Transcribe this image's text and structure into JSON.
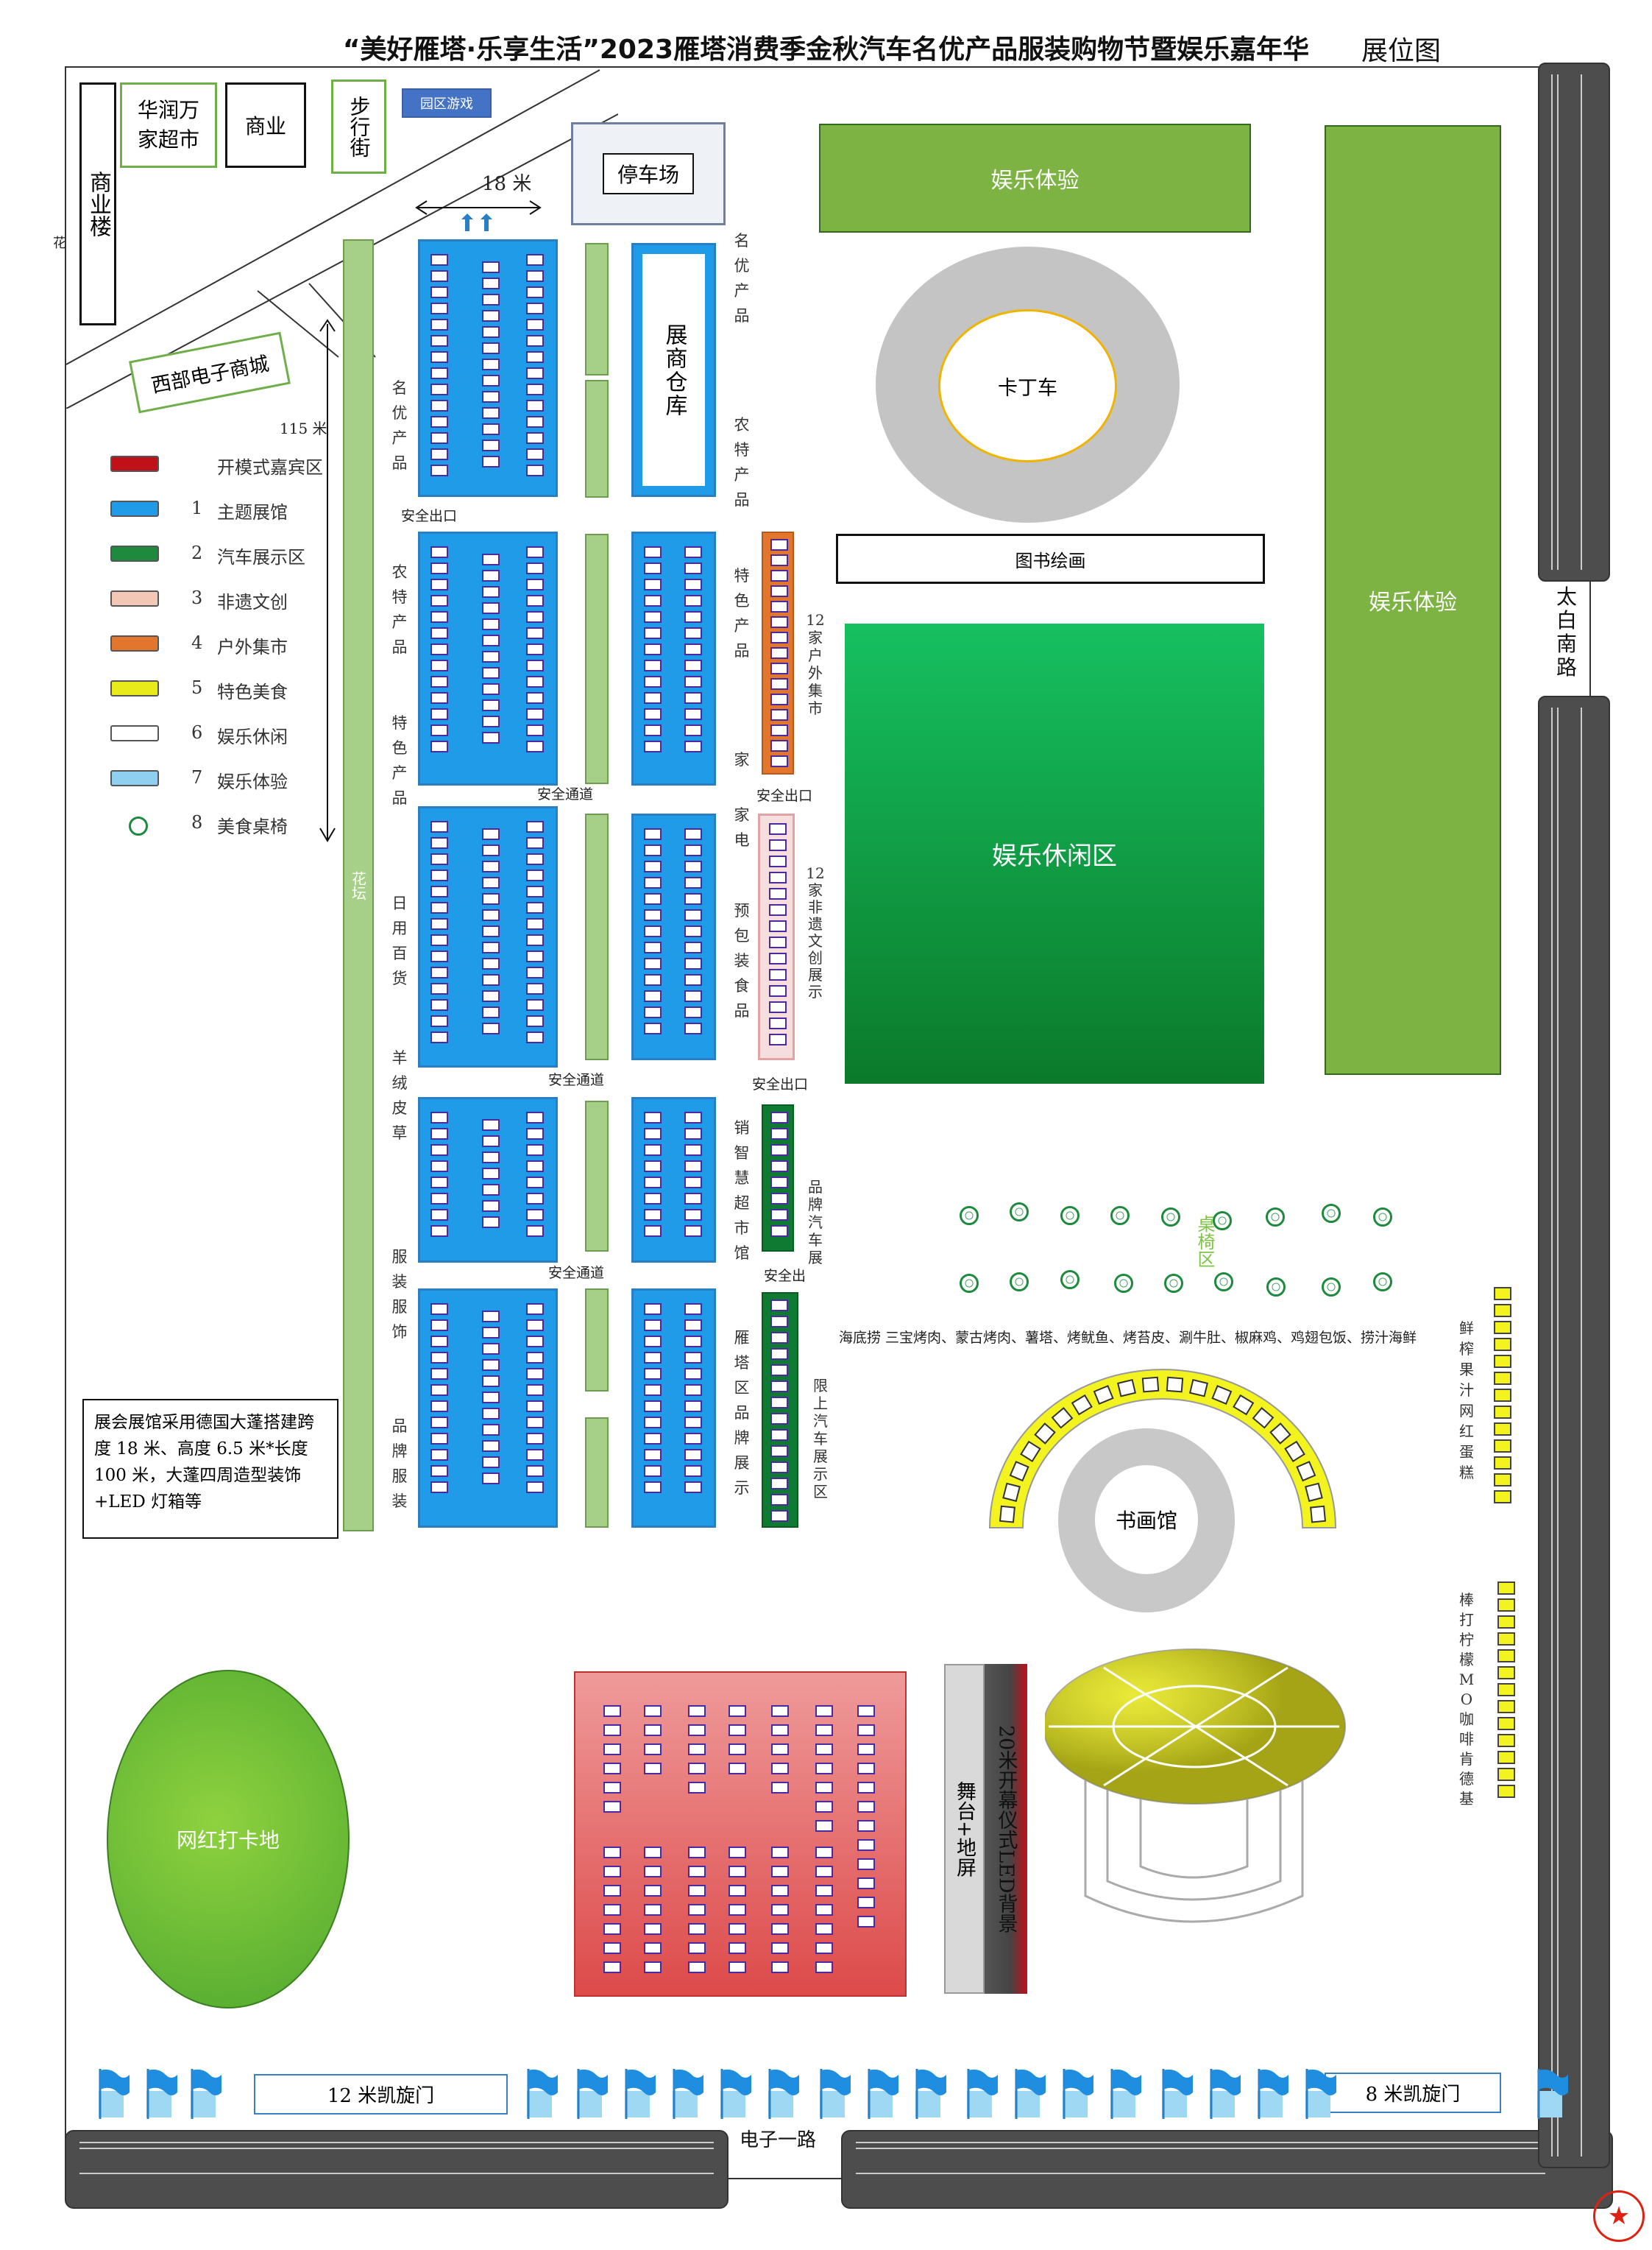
{
  "title": "“美好雁塔·乐享生活”2023雁塔消费季金秋汽车名优产品服装购物节暨娱乐嘉年华",
  "subtitle": "展位图",
  "buildings": {
    "shangyelou": "商业楼",
    "huarun": "华润万家超市",
    "shangye": "商业",
    "buxingjie": "步行街",
    "yuanqu": "园区游戏",
    "tingchechang": "停车场",
    "xibu": "西部电子商城",
    "hua": "花"
  },
  "dimensions": {
    "m18": "18 米",
    "m115": "115 米"
  },
  "legend": [
    {
      "num": "",
      "label": "开模式嘉宾区",
      "color": "#c0101a"
    },
    {
      "num": "1",
      "label": "主题展馆",
      "color": "#1f9be8"
    },
    {
      "num": "2",
      "label": "汽车展示区",
      "color": "#1e8a3e"
    },
    {
      "num": "3",
      "label": "非遗文创",
      "color": "#f3c7b5"
    },
    {
      "num": "4",
      "label": "户外集市",
      "color": "#e2762c"
    },
    {
      "num": "5",
      "label": "特色美食",
      "color": "#e8ea1a"
    },
    {
      "num": "6",
      "label": "娱乐休闲",
      "color": "#ffffff"
    },
    {
      "num": "7",
      "label": "娱乐体验",
      "color": "#8fd0f0"
    },
    {
      "num": "8",
      "label": "美食桌椅",
      "color": "#1e8a3e"
    }
  ],
  "halls": {
    "left_labels": [
      "名优产品",
      "农特产品",
      "特色产品",
      "日用百货",
      "羊绒皮草",
      "服装服饰",
      "品牌服装"
    ],
    "warehouse": "展商仓库",
    "huatan": "花坛",
    "safety_exit": "安全出口",
    "safety_channel": "安全通道",
    "right_labels": [
      "名优产品",
      "农特产品",
      "特色产品",
      "家",
      "家电",
      "预包装食品",
      "销智慧超市馆",
      "雁塔区品牌展示"
    ],
    "exit2": "安全出口",
    "exit3": "安全出口",
    "exit4": "安全出"
  },
  "note": "展会展馆采用德国大蓬搭建跨度 18 米、高度 6.5 米*长度 100 米，大蓬四周造型装饰+LED 灯箱等",
  "zones": {
    "yule_tiyan": "娱乐体验",
    "yule_tiyan2": "娱乐体验",
    "kadingche": "卡丁车",
    "tushu": "图书绘画",
    "yule_xiuxian": "娱乐休闲区",
    "huwai": "12家户外集市",
    "feiyi": "12家非遗文创展示",
    "pinpai_car": "品牌汽车展",
    "xianshang_car": "限上汽车展示区",
    "zhuoyi": "桌椅区",
    "food_line": "海底捞 三宝烤肉、蒙古烤肉、薯塔、烤鱿鱼、烤苔皮、涮牛肚、椒麻鸡、鸡翅包饭、捞汁海鲜",
    "shuhua": "书画馆",
    "wanghong": "网红打卡地",
    "stage": "舞台+地屏",
    "led": "20米开幕仪式LED背景",
    "kaixuan12": "12 米凯旋门",
    "kaixuan8": "8 米凯旋门",
    "road": "电子一路",
    "taibai": "太白南路",
    "right_food_top": "鲜榨果汁 网红蛋糕",
    "right_food_bottom": "棒打柠檬 MO咖啡 肯德基"
  },
  "colors": {
    "blue": "#1f9be8",
    "green_light": "#7cc441",
    "green_dark": "#0b7a2a",
    "red": "#dd4a4a",
    "yellow": "#eded20",
    "gray": "#c8c8c8"
  }
}
